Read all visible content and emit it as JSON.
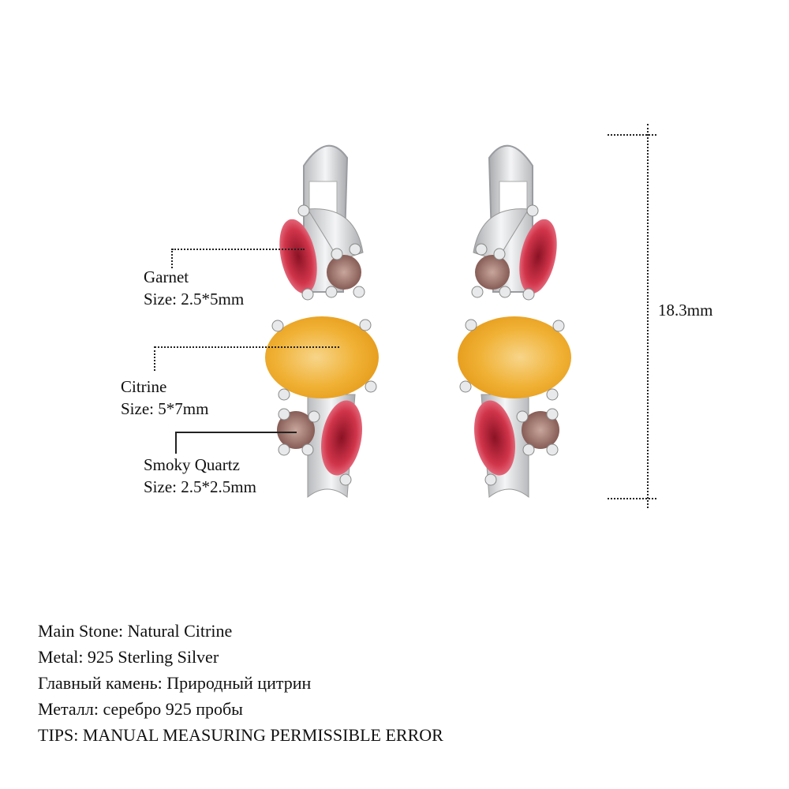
{
  "product": {
    "type": "earrings",
    "view": "pair, front"
  },
  "callouts": [
    {
      "name": "Garnet",
      "size": "Size: 2.5*5mm"
    },
    {
      "name": "Citrine",
      "size": "Size: 5*7mm"
    },
    {
      "name": "Smoky Quartz",
      "size": "Size: 2.5*2.5mm"
    }
  ],
  "dimension": {
    "height_label": "18.3mm"
  },
  "specs": [
    "Main Stone: Natural Citrine",
    "Metal: 925 Sterling Silver",
    "Главный камень: Природный цитрин",
    "Металл: серебро 925 пробы",
    "TIPS: MANUAL MEASURING PERMISSIBLE ERROR"
  ],
  "colors": {
    "citrine": "#f2b133",
    "garnet": "#c8283c",
    "smoky_quartz": "#9a6a62",
    "silver": "#d9dadd"
  }
}
